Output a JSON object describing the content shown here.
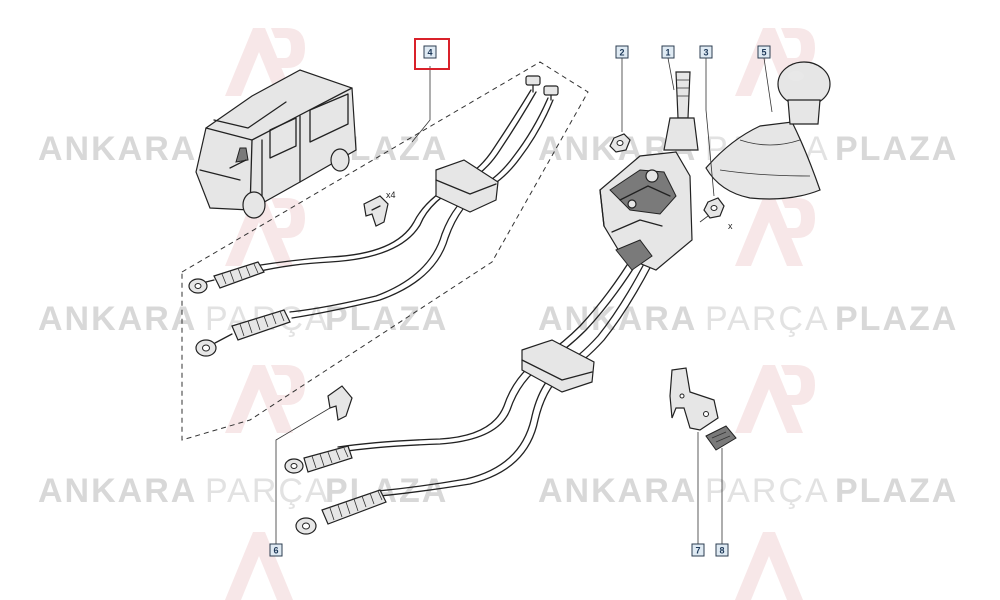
{
  "watermark": {
    "brand_bold_left": "ANKARA",
    "brand_light": "PARÇA",
    "brand_bold_right": "PLAZA",
    "logo_letters": "AP"
  },
  "callouts": [
    {
      "id": "c1",
      "number": "1"
    },
    {
      "id": "c2",
      "number": "2"
    },
    {
      "id": "c3",
      "number": "3"
    },
    {
      "id": "c4",
      "number": "4",
      "highlighted": true
    },
    {
      "id": "c5",
      "number": "5"
    },
    {
      "id": "c6",
      "number": "6"
    },
    {
      "id": "c7",
      "number": "7"
    },
    {
      "id": "c8",
      "number": "8"
    }
  ],
  "quantity_labels": {
    "clip_qty": "x4",
    "nut_qty": "x"
  },
  "colors": {
    "highlight": "#d9212a",
    "callout_fill": "#dfeaf3",
    "watermark": "#d8d8d8"
  }
}
